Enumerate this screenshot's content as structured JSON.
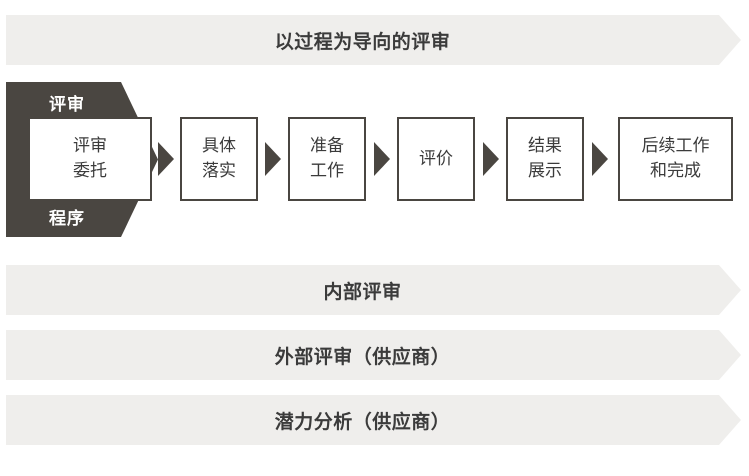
{
  "colors": {
    "banner_bg": "#efeeec",
    "dark": "#4a4641",
    "text": "#3b3b3b",
    "box_bg": "#ffffff",
    "on_dark_text": "#ffffff"
  },
  "banners": [
    {
      "label": "以过程为导向的评审"
    },
    {
      "label": "内部评审"
    },
    {
      "label": "外部评审（供应商）"
    },
    {
      "label": "潜力分析（供应商）"
    }
  ],
  "process": {
    "chevron": {
      "top_label": "评审",
      "bottom_label": "程序"
    },
    "steps": [
      {
        "line1": "评审",
        "line2": "委托"
      },
      {
        "line1": "具体",
        "line2": "落实"
      },
      {
        "line1": "准备",
        "line2": "工作"
      },
      {
        "line1": "评价",
        "line2": ""
      },
      {
        "line1": "结果",
        "line2": "展示"
      },
      {
        "line1": "后续工作",
        "line2": "和完成"
      }
    ],
    "arrow_glyph": "arrow-right-triangle"
  }
}
